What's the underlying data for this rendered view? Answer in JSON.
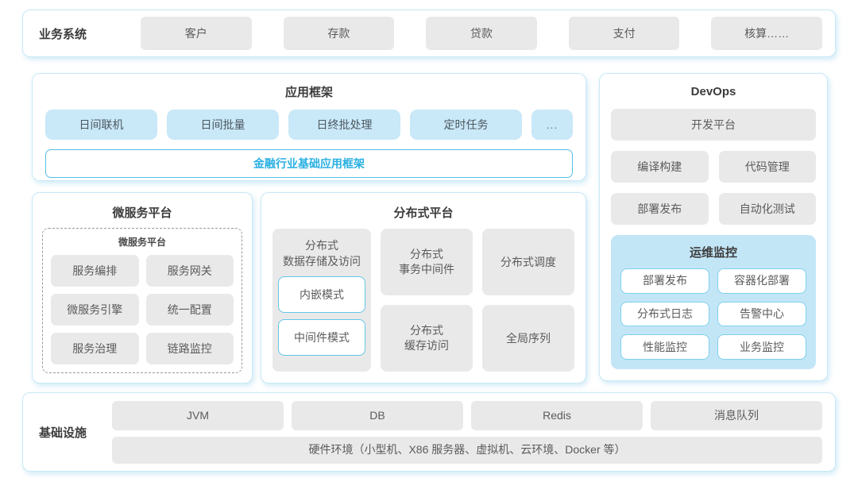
{
  "colors": {
    "panel_border": "#c9e9f6",
    "blue_box_bg": "#c9e8f8",
    "gray_box_bg": "#e9e9e9",
    "monitor_panel_bg": "#c3e6f7",
    "accent_cyan_border": "#54c0e6",
    "accent_cyan_text": "#29b0e2"
  },
  "business": {
    "label": "业务系统",
    "items": [
      "客户",
      "存款",
      "贷款",
      "支付",
      "核算……"
    ]
  },
  "app_framework": {
    "title": "应用框架",
    "items": [
      "日间联机",
      "日间批量",
      "日终批处理",
      "定时任务",
      "..."
    ],
    "base_framework": "金融行业基础应用框架"
  },
  "microservice": {
    "title": "微服务平台",
    "inner_title": "微服务平台",
    "items": [
      "服务编排",
      "服务网关",
      "微服务引擎",
      "统一配置",
      "服务治理",
      "链路监控"
    ]
  },
  "distributed": {
    "title": "分布式平台",
    "storage": {
      "label": "分布式\n数据存储及访问",
      "modes": [
        "内嵌模式",
        "中间件模式"
      ]
    },
    "col2": [
      "分布式\n事务中间件",
      "分布式\n缓存访问"
    ],
    "col3": [
      "分布式调度",
      "全局序列"
    ]
  },
  "devops": {
    "title": "DevOps",
    "dev_platform": "开发平台",
    "items": [
      "编译构建",
      "代码管理",
      "部署发布",
      "自动化测试"
    ],
    "monitor": {
      "title": "运维监控",
      "items": [
        "部署发布",
        "容器化部署",
        "分布式日志",
        "告警中心",
        "性能监控",
        "业务监控"
      ]
    }
  },
  "infrastructure": {
    "label": "基础设施",
    "items": [
      "JVM",
      "DB",
      "Redis",
      "消息队列"
    ],
    "hardware": "硬件环境（小型机、X86 服务器、虚拟机、云环境、Docker 等）"
  }
}
